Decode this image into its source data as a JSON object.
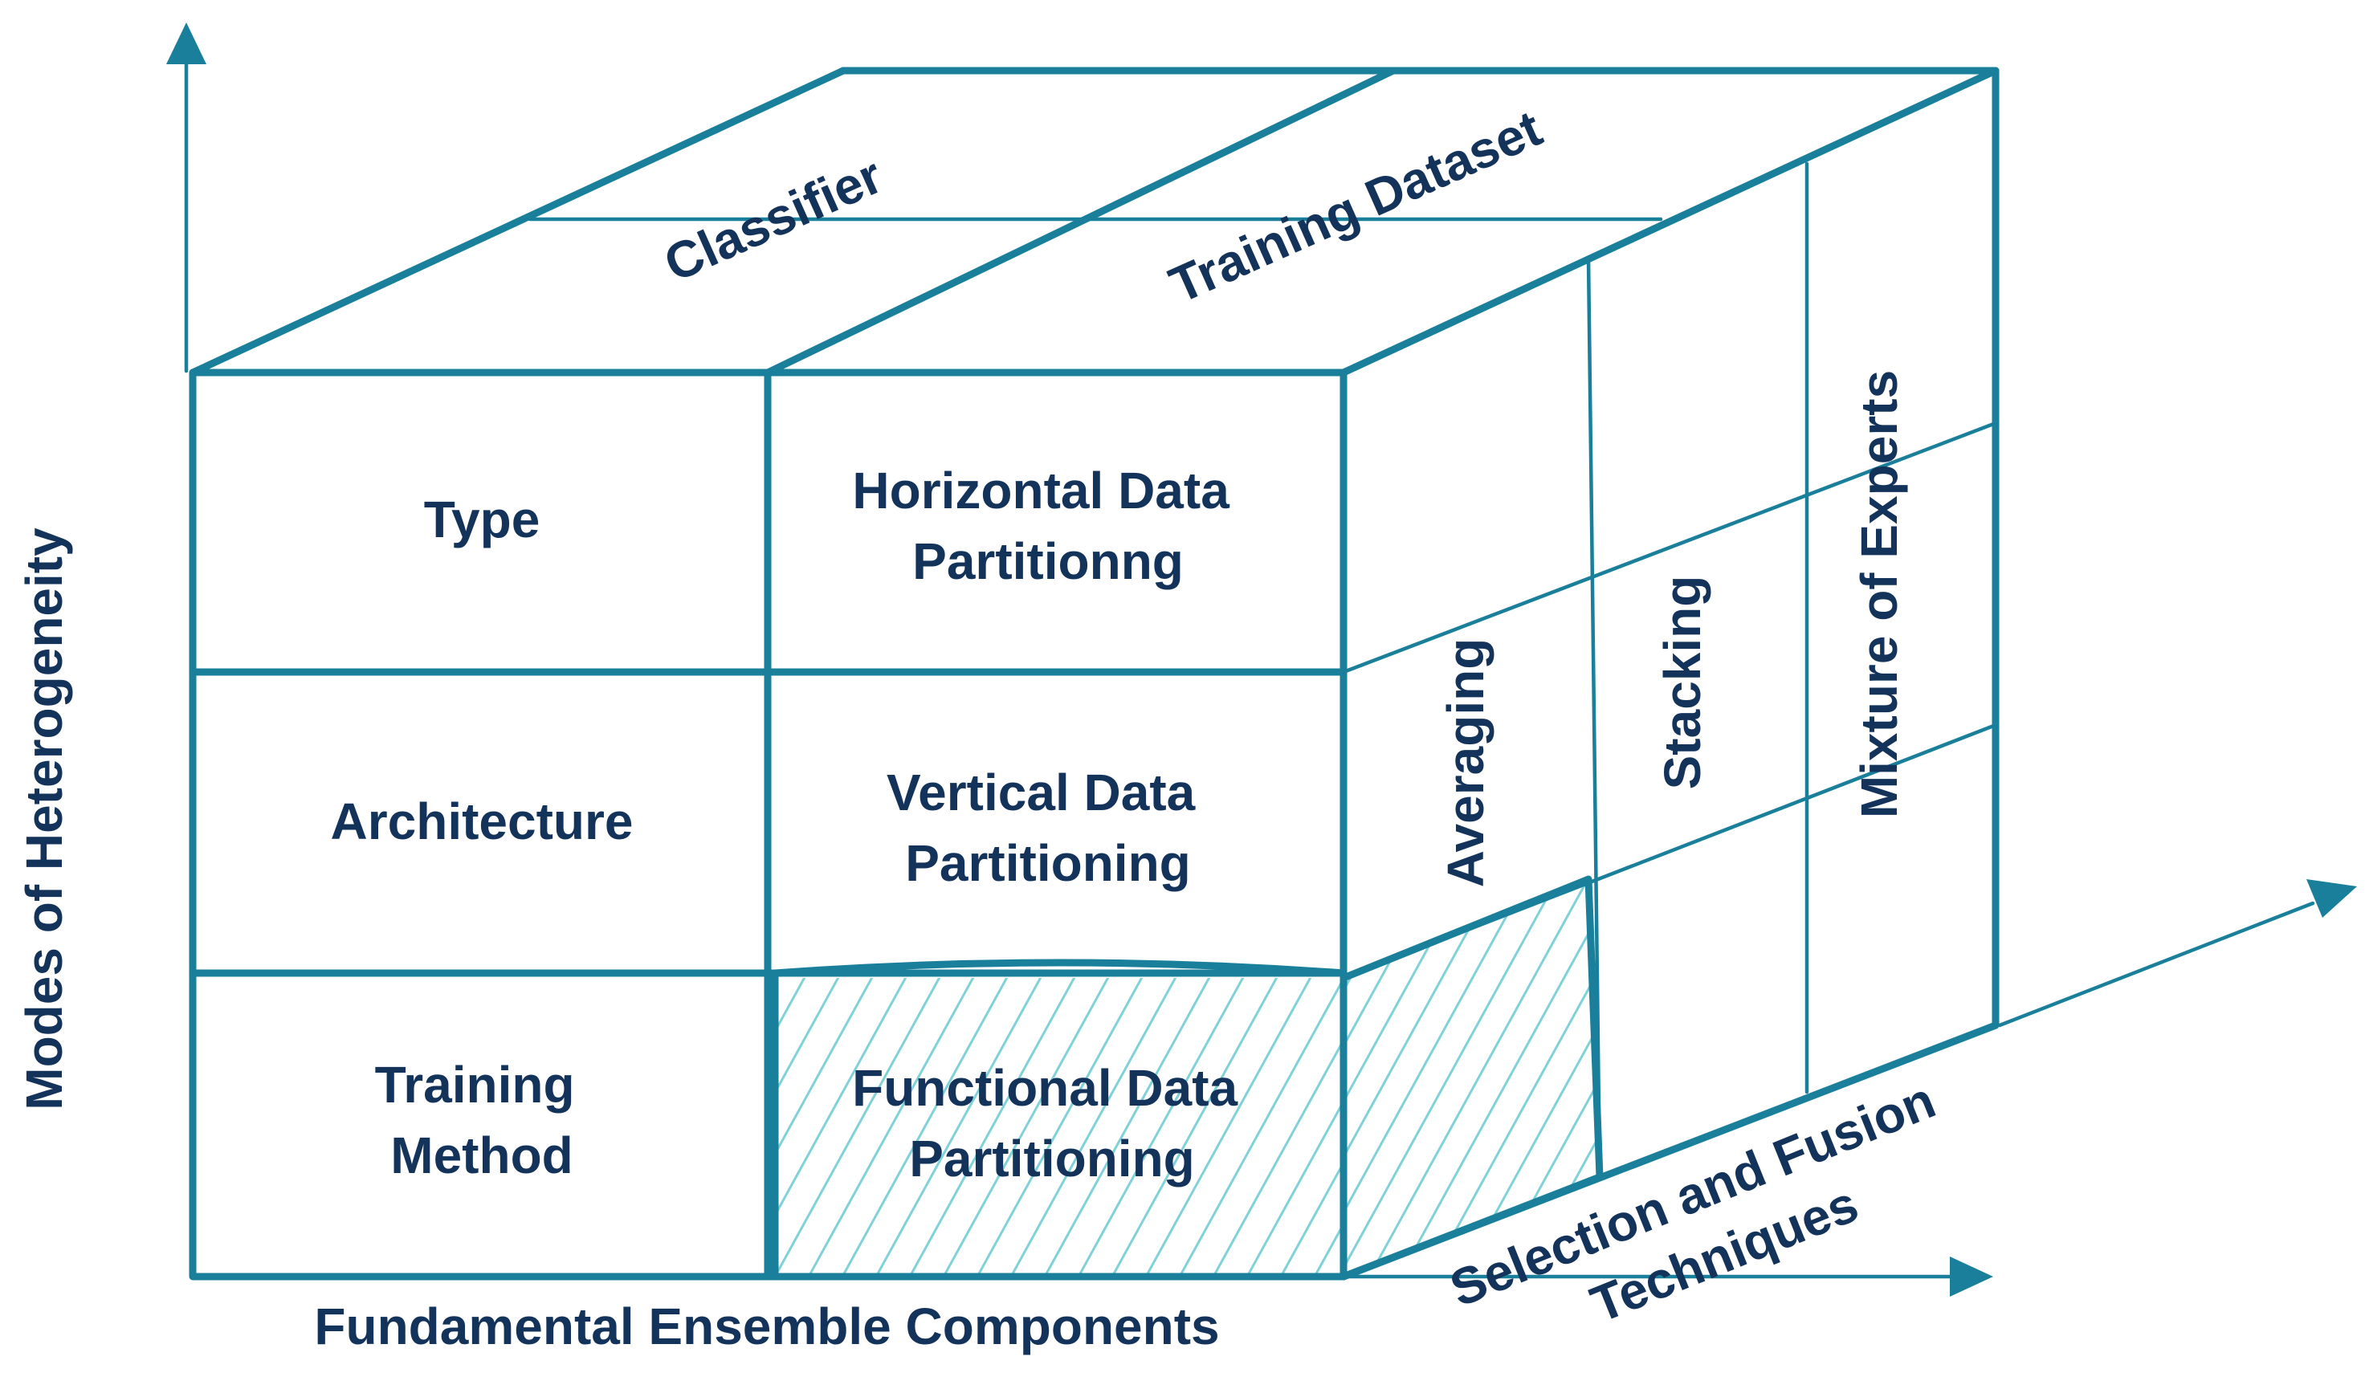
{
  "axes": {
    "vertical": "Modes of Heterogeneity",
    "horizontal": "Fundamental Ensemble Components",
    "depth_line1": "Selection and Fusion",
    "depth_line2": "Techniques"
  },
  "top_face": {
    "col1": "Classifier",
    "col2": "Training Dataset"
  },
  "front_face": {
    "col1": [
      "Type",
      "Architecture",
      [
        "Training",
        "Method"
      ]
    ],
    "col2": [
      [
        "Horizontal Data",
        "Partitionng"
      ],
      [
        "Vertical Data",
        "Partitioning"
      ],
      [
        "Functional Data",
        "Partitioning"
      ]
    ]
  },
  "side_face": {
    "layers": [
      "Averaging",
      "Stacking",
      "Mixture of Experts"
    ]
  },
  "highlight": {
    "front_cell": "Functional Data Partitioning",
    "side_cell": "Averaging"
  },
  "colors": {
    "line": "#1a7f9a",
    "hatch": "#7fd2d8",
    "text": "#14335a"
  }
}
